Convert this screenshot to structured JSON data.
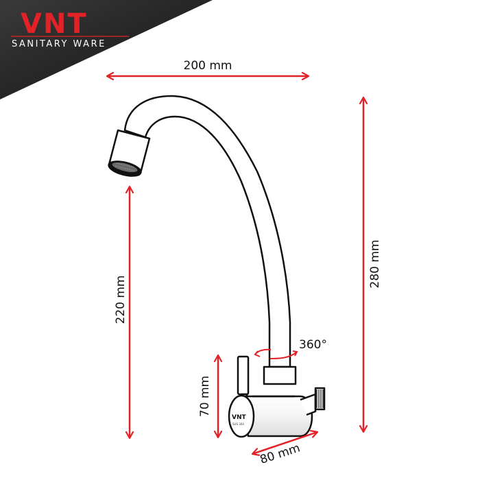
{
  "brand": {
    "name": "VNT",
    "tagline": "SANITARY WARE",
    "accent_color": "#e32227",
    "header_color": "#1c1c1c"
  },
  "product": {
    "body_mark": "VNT",
    "body_model": "SUS 304"
  },
  "dimensions": {
    "width": "200 mm",
    "total_height": "280 mm",
    "spout_height": "220 mm",
    "base_height": "70 mm",
    "body_length": "80 mm",
    "rotation": "360°"
  },
  "colors": {
    "arrow": "#e32227",
    "outline": "#111111"
  }
}
